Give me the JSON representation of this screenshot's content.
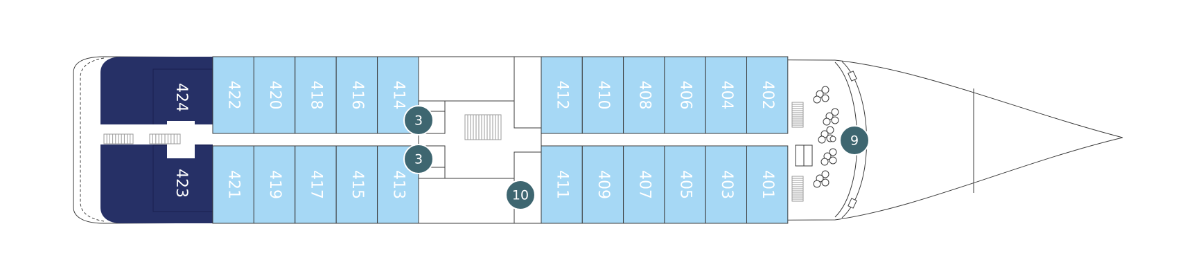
{
  "colors": {
    "cabin_standard": "#a6d8f5",
    "suite": "#263066",
    "marker": "#3e6670",
    "line": "#3a3a3a",
    "stairs": "#cccccc"
  },
  "suites": [
    {
      "number": "424",
      "label": "424"
    },
    {
      "number": "423",
      "label": "423"
    }
  ],
  "cabins_top_aft": [
    {
      "number": "422"
    },
    {
      "number": "420"
    },
    {
      "number": "418"
    },
    {
      "number": "416"
    },
    {
      "number": "414"
    }
  ],
  "cabins_bottom_aft": [
    {
      "number": "421"
    },
    {
      "number": "419"
    },
    {
      "number": "417"
    },
    {
      "number": "415"
    },
    {
      "number": "413"
    }
  ],
  "cabins_top_fwd": [
    {
      "number": "412"
    },
    {
      "number": "410"
    },
    {
      "number": "408"
    },
    {
      "number": "406"
    },
    {
      "number": "404"
    },
    {
      "number": "402"
    }
  ],
  "cabins_bottom_fwd": [
    {
      "number": "411"
    },
    {
      "number": "409"
    },
    {
      "number": "407"
    },
    {
      "number": "405"
    },
    {
      "number": "403"
    },
    {
      "number": "401"
    }
  ],
  "markers": [
    {
      "label": "3"
    },
    {
      "label": "3"
    },
    {
      "label": "10"
    },
    {
      "label": "9"
    }
  ]
}
